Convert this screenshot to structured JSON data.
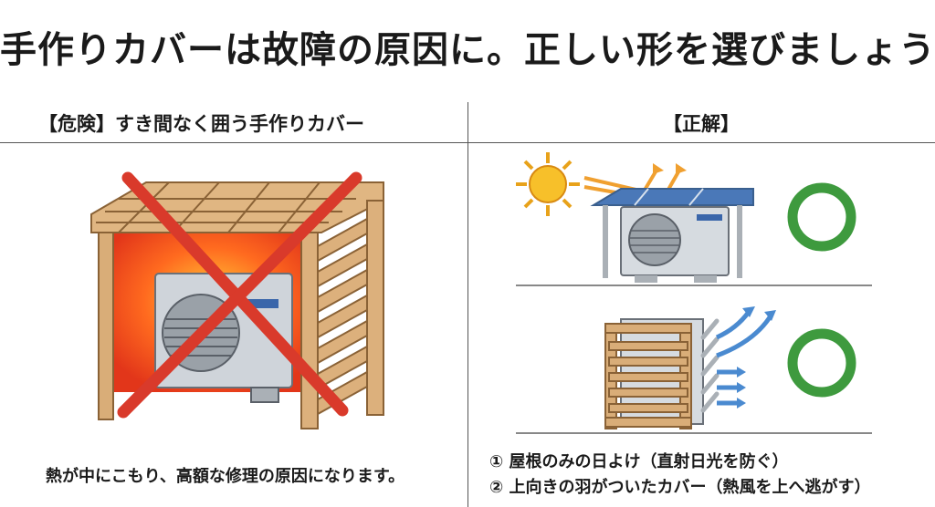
{
  "title": "手作りカバーは故障の原因に。正しい形を選びましょう",
  "left_panel": {
    "heading": "【危険】すき間なく囲う手作りカバー",
    "caption": "熱が中にこもり、高額な修理の原因になります。"
  },
  "right_panel": {
    "heading": "【正解】",
    "item1": "① 屋根のみの日よけ（直射日光を防ぐ）",
    "item2": "② 上向きの羽がついたカバー（熱風を上へ逃がす）"
  },
  "colors": {
    "wrong_mark": "#d93a2b",
    "correct_mark": "#3e9a3e",
    "wood": "#d9ad78",
    "heat": "#ff5a1a",
    "solar_panel": "#4a78b8"
  },
  "icons": [
    "cross-mark-icon",
    "sun-icon",
    "circle-correct-icon",
    "airflow-arrow-icon"
  ]
}
